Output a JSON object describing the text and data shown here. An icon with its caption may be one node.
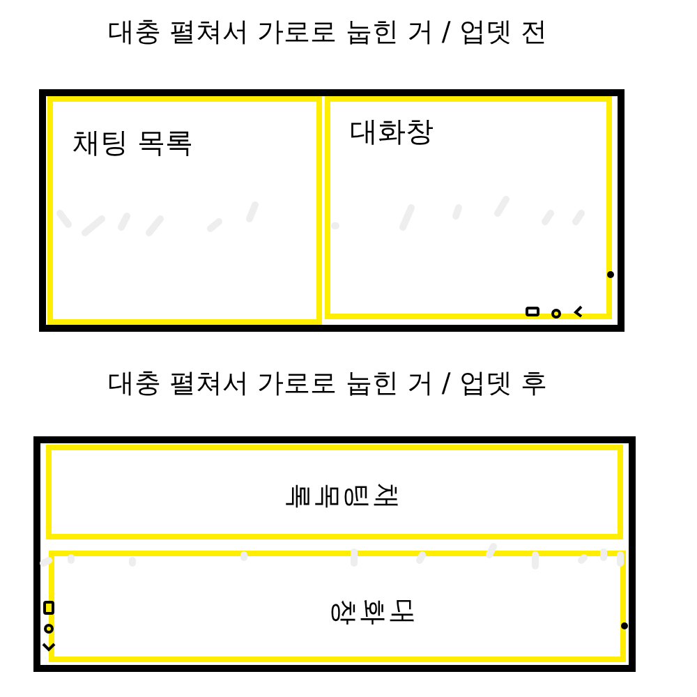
{
  "diagram": {
    "nodes": [
      {
        "text": [],
        "shape": "box"
      },
      {
        "text": [
          "채팅 목록"
        ],
        "in": 0
      },
      {
        "text": [
          "대화창"
        ],
        "in": 0
      },
      {
        "text": [],
        "shape": "box"
      },
      {
        "text": [
          "채팅 목록"
        ],
        "in": 3
      },
      {
        "text": [
          "대화창"
        ],
        "in": 3
      }
    ],
    "labels": [
      "대충 펼쳐서 가로로 눕힌 거 / 업뎃 전",
      "대충 펼쳐서 가로로 눕힌 거 / 업뎃 후"
    ]
  }
}
